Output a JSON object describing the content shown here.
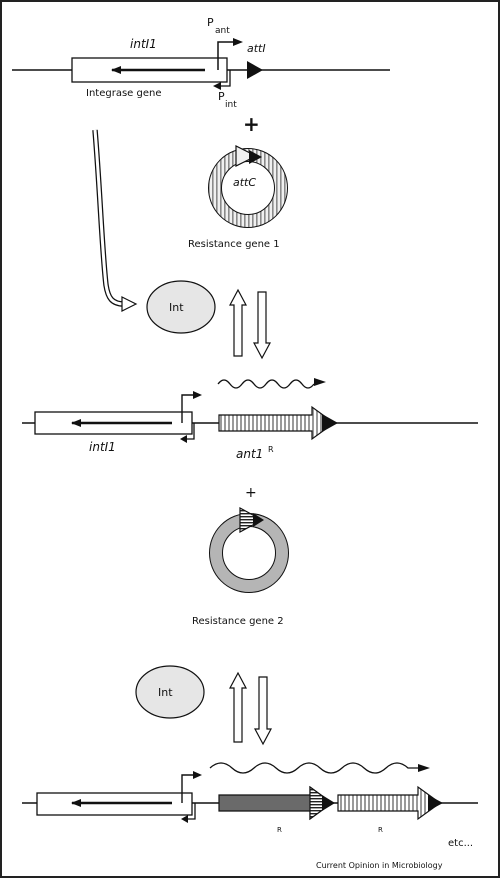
{
  "labels": {
    "intI1_top": "intI1",
    "P": "P",
    "ant_sub": "ant",
    "int_sub": "int",
    "attI": "attI",
    "integrase_gene": "Integrase gene",
    "plus1": "+",
    "attC": "attC",
    "resistance1": "Resistance gene 1",
    "int1": "Int",
    "intI1_mid": "intI1",
    "ant1": "ant1",
    "ant1_sup": "R",
    "plus2": "+",
    "resistance2": "Resistance gene 2",
    "int2": "Int",
    "r1": "R",
    "r2": "R",
    "etc": "etc...",
    "credit": "Current Opinion in Microbiology"
  },
  "colors": {
    "line": "#111111",
    "int_fill": "#e6e6e6",
    "ring_gray": "#b5b5b5",
    "gene_dark": "#6a6a6a",
    "hatch": "#9a9a9a"
  }
}
